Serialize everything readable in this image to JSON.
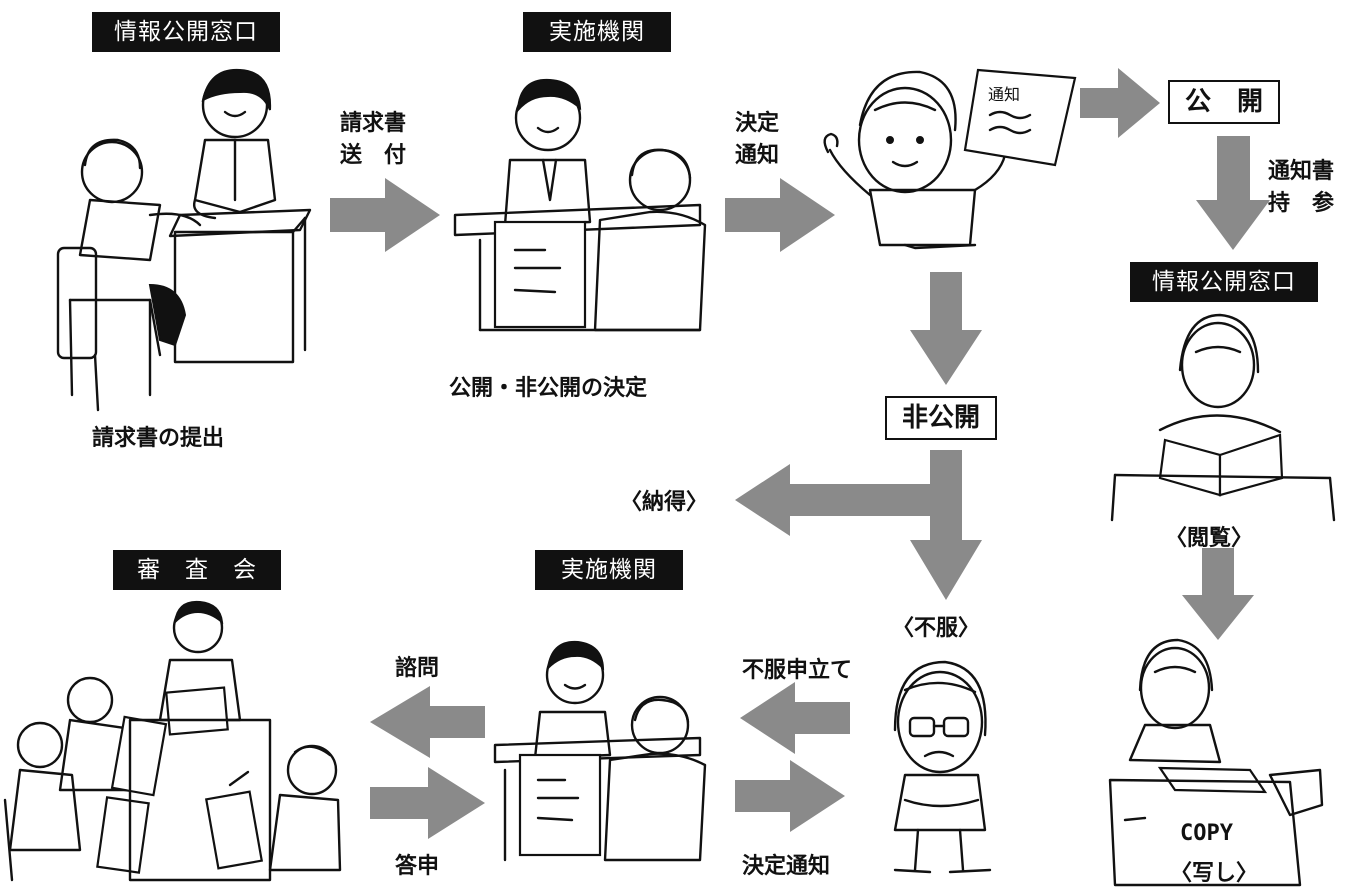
{
  "headers": {
    "window_top": "情報公開窓口",
    "agency_top": "実施機関",
    "window_right": "情報公開窓口",
    "council": "審　査　会",
    "agency_bottom": "実施機関"
  },
  "boxes": {
    "disclose": "公　開",
    "nondisclose": "非公開"
  },
  "labels": {
    "request_send_1": "請求書",
    "request_send_2": "送　付",
    "decision_notice_1": "決定",
    "decision_notice_2": "通知",
    "bring_notice_1": "通知書",
    "bring_notice_2": "持　参",
    "submit_request": "請求書の提出",
    "decide": "公開・非公開の決定",
    "accept": "〈納得〉",
    "dissatisfied": "〈不服〉",
    "view": "〈閲覧〉",
    "inquiry": "諮問",
    "answer": "答申",
    "appeal": "不服申立て",
    "decision_notice_bottom": "決定通知",
    "copy": "〈写し〉"
  },
  "art": {
    "copy_text": "COPY",
    "notice_paper_text": "通知"
  },
  "colors": {
    "arrow": "#8a8a8a",
    "header_bg": "#111111",
    "ink": "#111111"
  }
}
